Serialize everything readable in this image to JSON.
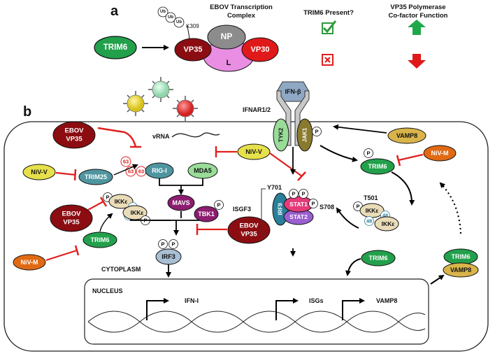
{
  "panel_labels": {
    "a": "a",
    "b": "b"
  },
  "panel_a": {
    "complex_title_line1": "EBOV Transcription",
    "complex_title_line2": "Complex",
    "trim6": "TRIM6",
    "vp35": "VP35",
    "np": "NP",
    "l": "L",
    "vp30": "VP30",
    "ub": [
      "Ub",
      "Ub",
      "Ub"
    ],
    "k309": "K309",
    "trim6_present_header": "TRIM6 Present?",
    "cofactor_header_line1": "VP35 Polymerase",
    "cofactor_header_line2": "Co-factor Function",
    "colors": {
      "check": "#2e9b3a",
      "cross": "#e02020",
      "up": "#1fa84a",
      "down": "#e01818"
    }
  },
  "panel_b": {
    "ebov_vp35_1": {
      "line1": "EBOV",
      "line2": "VP35"
    },
    "ebov_vp35_2": {
      "line1": "EBOV",
      "line2": "VP35"
    },
    "ebov_vp35_3": {
      "line1": "EBOV",
      "line2": "VP35"
    },
    "vrna": "vRNA",
    "k63": [
      "63",
      "63",
      "63"
    ],
    "rig_i": "RIG-I",
    "mda5": "MDA5",
    "trim25": "TRIM25",
    "niv_v_1": "NiV-V",
    "niv_v_2": "NiV-V",
    "niv_m_1": "NiV-M",
    "niv_m_2": "NiV-M",
    "mavs": "MAVS",
    "tbk1": "TBK1",
    "ikke_left": [
      "IKKε",
      "IKKε"
    ],
    "ikke_right": [
      "IKKε",
      "IKKε"
    ],
    "k48": [
      "48",
      "48",
      "48",
      "48"
    ],
    "trim6_nodes": [
      "TRIM6",
      "TRIM6",
      "TRIM6",
      "TRIM6"
    ],
    "p": "P",
    "irf3": "IRF3",
    "cytoplasm": "CYTOPLASM",
    "nucleus": "NUCLEUS",
    "ifn_i": "IFN-I",
    "isgs": "ISGs",
    "vamp8_gene": "VAMP8",
    "vamp8_top": "VAMP8",
    "vamp8_bottom": "VAMP8",
    "ifn_beta": "IFN-β",
    "ifnar": "IFNAR1/2",
    "tyk2": "TYK2",
    "jak1": "JAK1",
    "isgf3": "ISGF3",
    "y701": "Y701",
    "s708": "S708",
    "t501": "T501",
    "stat1": "STAT1",
    "stat2": "STAT2",
    "irf9": "IRF9",
    "colors": {
      "inhibit": "#e02020",
      "ebov": "#8b0d12",
      "nivv": "#e6e04a",
      "nivm": "#e06a14",
      "trim6": "#22a04b",
      "vamp8": "#d9b44a"
    }
  }
}
